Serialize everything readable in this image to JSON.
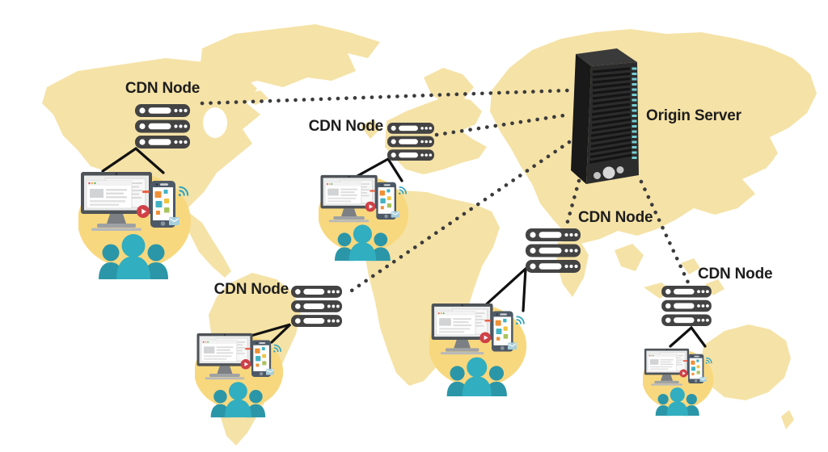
{
  "diagram": {
    "type": "cdn-architecture",
    "origin_server": {
      "label": "Origin Server"
    },
    "cdn_nodes": [
      {
        "id": "node-1",
        "label": "CDN Node",
        "position": "top-left"
      },
      {
        "id": "node-2",
        "label": "CDN Node",
        "position": "upper-middle"
      },
      {
        "id": "node-3",
        "label": "CDN Node",
        "position": "center-right"
      },
      {
        "id": "node-4",
        "label": "CDN Node",
        "position": "bottom-left"
      },
      {
        "id": "node-5",
        "label": "CDN Node",
        "position": "bottom-right"
      }
    ],
    "user_clusters": [
      {
        "id": "users-1",
        "devices": [
          "desktop",
          "smartphone"
        ],
        "icons": [
          "wifi",
          "play",
          "envelope",
          "users-group"
        ]
      },
      {
        "id": "users-2",
        "devices": [
          "desktop",
          "smartphone"
        ],
        "icons": [
          "wifi",
          "play",
          "envelope",
          "users-group"
        ]
      },
      {
        "id": "users-3",
        "devices": [
          "desktop",
          "smartphone"
        ],
        "icons": [
          "wifi",
          "play",
          "envelope",
          "users-group"
        ]
      },
      {
        "id": "users-4",
        "devices": [
          "desktop",
          "smartphone"
        ],
        "icons": [
          "wifi",
          "play",
          "envelope",
          "users-group"
        ]
      },
      {
        "id": "users-5",
        "devices": [
          "desktop",
          "smartphone"
        ],
        "icons": [
          "wifi",
          "play",
          "envelope",
          "users-group"
        ]
      }
    ],
    "connections": [
      {
        "from": "origin-server",
        "to": "node-1",
        "style": "dotted"
      },
      {
        "from": "origin-server",
        "to": "node-2",
        "style": "dotted"
      },
      {
        "from": "origin-server",
        "to": "node-3",
        "style": "dotted"
      },
      {
        "from": "origin-server",
        "to": "node-4",
        "style": "dotted"
      },
      {
        "from": "origin-server",
        "to": "node-5",
        "style": "dotted"
      },
      {
        "from": "node-1",
        "to": "users-1",
        "style": "solid"
      },
      {
        "from": "node-2",
        "to": "users-2",
        "style": "solid"
      },
      {
        "from": "node-3",
        "to": "users-3",
        "style": "solid"
      },
      {
        "from": "node-4",
        "to": "users-4",
        "style": "solid"
      },
      {
        "from": "node-5",
        "to": "users-5",
        "style": "solid"
      }
    ],
    "colors": {
      "map_land": "#f5e2a6",
      "cluster_circle": "#f8d87e",
      "server_dark": "#434343",
      "tower_black": "#2c2c2c",
      "tower_led": "#74cfd4",
      "teal_people": "#31aec0",
      "teal_icons": "#2fa3bd",
      "play_red": "#cf4147",
      "tile_orange": "#ef9036",
      "label_text": "#1d1d1d"
    }
  }
}
